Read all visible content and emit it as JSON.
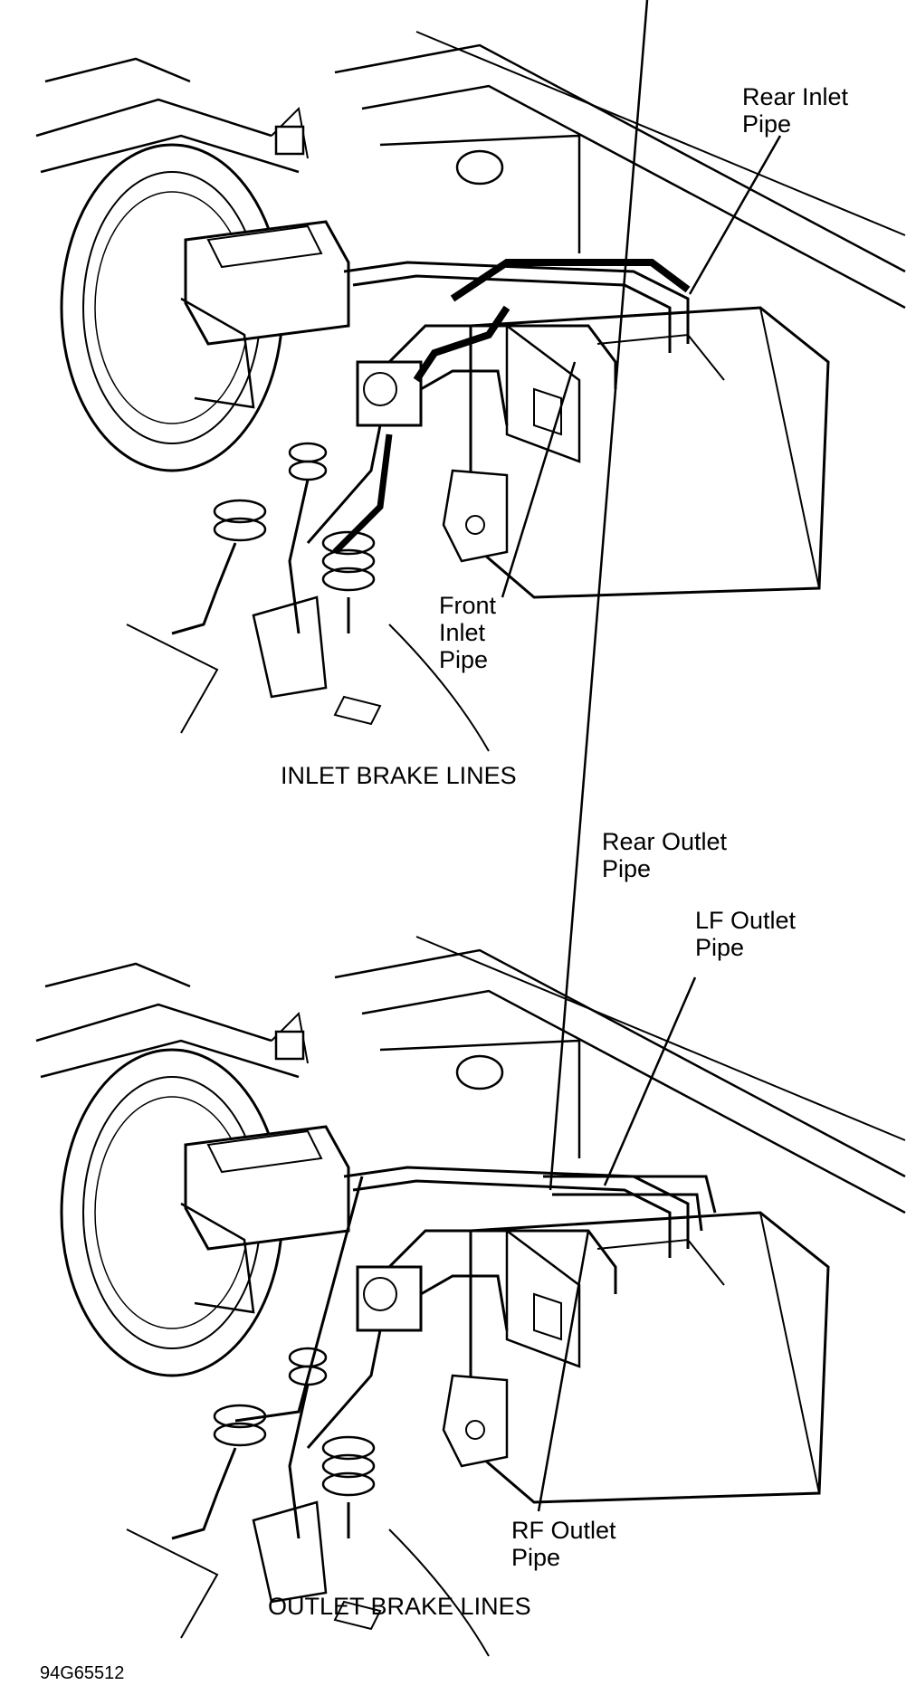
{
  "panels": [
    {
      "caption": "INLET BRAKE LINES",
      "callouts": [
        {
          "text": "Rear Inlet\nPipe"
        },
        {
          "text": "Front\nInlet\nPipe"
        }
      ]
    },
    {
      "caption": "OUTLET BRAKE LINES",
      "callouts": [
        {
          "text": "Rear Outlet\nPipe"
        },
        {
          "text": "LF Outlet\nPipe"
        },
        {
          "text": "RF Outlet\nPipe"
        }
      ]
    }
  ],
  "figure_ref": "94G65512"
}
